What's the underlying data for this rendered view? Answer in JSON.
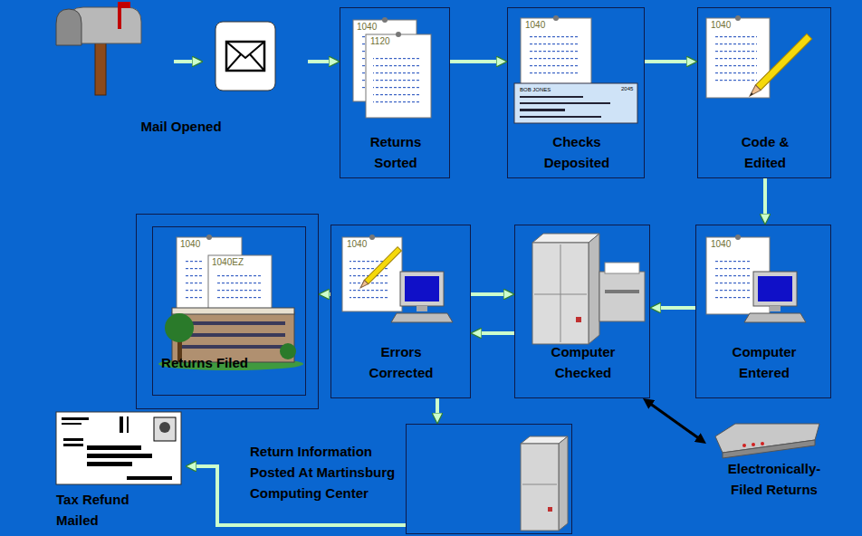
{
  "diagram": {
    "nodes": [
      {
        "text": [
          "Mail Opened"
        ]
      },
      {
        "text": [
          "Returns Sorted"
        ]
      },
      {
        "text": [
          "Checks Deposited"
        ]
      },
      {
        "text": [
          "Code & Edited"
        ]
      },
      {
        "text": [
          "Computer Entered"
        ]
      },
      {
        "text": [
          "Computer Checked"
        ]
      },
      {
        "text": [
          "Errors Corrected"
        ]
      },
      {
        "text": [
          "Returns Filed"
        ]
      },
      {
        "text": [
          "Return Information Posted At Martinsburg Computing Center"
        ]
      },
      {
        "text": [
          "Tax Refund Mailed"
        ]
      },
      {
        "text": [
          "Electronically-Filed Returns"
        ]
      }
    ],
    "edges": [
      {
        "from": 0,
        "to": 1,
        "arrow": "to"
      },
      {
        "from": 1,
        "to": 2,
        "arrow": "to"
      },
      {
        "from": 2,
        "to": 3,
        "arrow": "to"
      },
      {
        "from": 3,
        "to": 4,
        "arrow": "to"
      },
      {
        "from": 4,
        "to": 5,
        "arrow": "to"
      },
      {
        "from": 6,
        "to": 5,
        "arrow": "to"
      },
      {
        "from": 5,
        "to": 6,
        "arrow": "to"
      },
      {
        "from": 6,
        "to": 7,
        "arrow": "to"
      },
      {
        "from": 6,
        "to": 8,
        "arrow": "to"
      },
      {
        "from": 8,
        "to": 9,
        "arrow": "to"
      },
      {
        "from": 5,
        "to": 10,
        "arrow": "both"
      }
    ],
    "labels": [
      "1040",
      "1120",
      "1040",
      "BOB JONES",
      "2045",
      "1040",
      "1040",
      "1040EZ",
      "1040",
      "1040"
    ]
  }
}
